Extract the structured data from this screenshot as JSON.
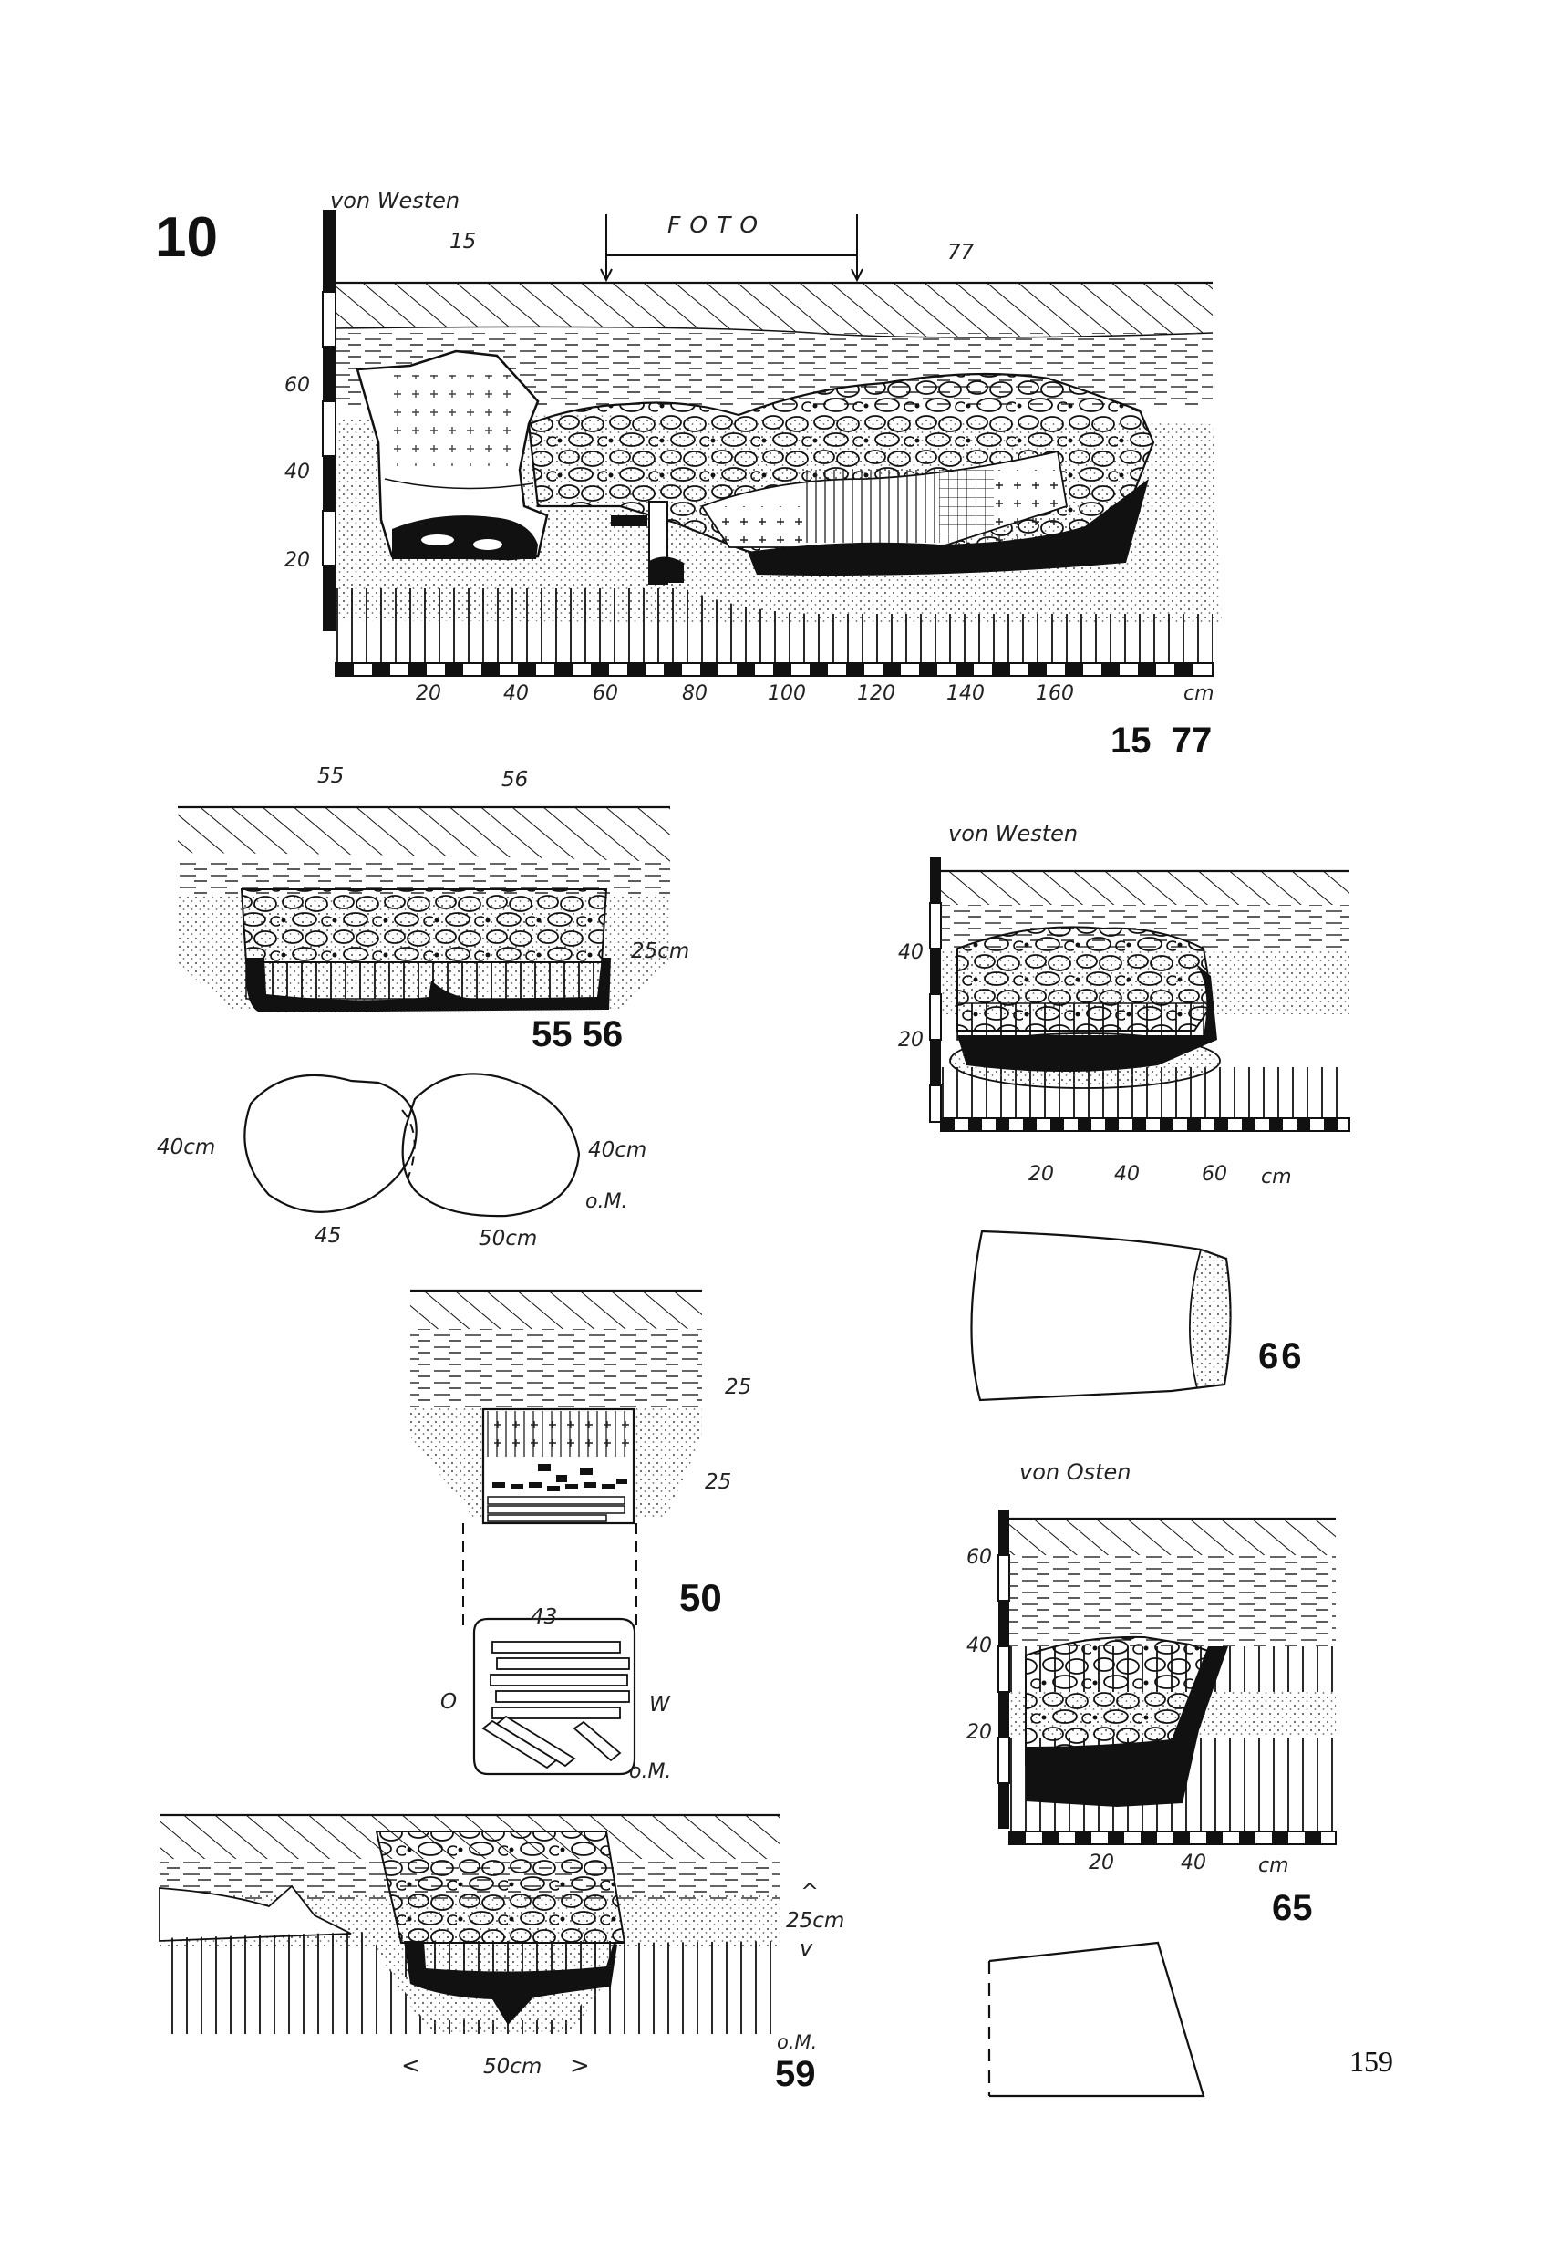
{
  "plate_number": "10",
  "page_number": "159",
  "fig_15_77": {
    "view": "von Westen",
    "foto": "FOTO",
    "top_label_left": "15",
    "top_label_right": "77",
    "v_scale": [
      "60",
      "40",
      "20"
    ],
    "h_scale": [
      "20",
      "40",
      "60",
      "80",
      "100",
      "120",
      "140",
      "160"
    ],
    "unit": "cm",
    "id": "15  77"
  },
  "fig_55_56": {
    "top_label_left": "55",
    "top_label_right": "56",
    "depth": "25cm",
    "id": "55 56",
    "plan_left": "40cm",
    "plan_right": "40cm",
    "plan_bottom_left": "45",
    "plan_bottom_right": "50cm",
    "om": "o.M."
  },
  "fig_66": {
    "view": "von Westen",
    "v_scale": [
      "40",
      "20"
    ],
    "h_scale": [
      "20",
      "40",
      "60"
    ],
    "unit": "cm",
    "id": "66"
  },
  "fig_50": {
    "depth1": "25",
    "depth2": "25",
    "id": "50",
    "plan_top": "43",
    "plan_left": "O",
    "plan_right": "W",
    "om": "o.M."
  },
  "fig_65": {
    "view": "von Osten",
    "v_scale": [
      "60",
      "40",
      "20"
    ],
    "h_scale": [
      "20",
      "40"
    ],
    "unit": "cm",
    "id": "65"
  },
  "fig_59": {
    "depth_up": "^",
    "depth": "25cm",
    "depth_down": "v",
    "width_left": "<",
    "width": "50cm",
    "width_right": ">",
    "om": "o.M.",
    "id": "59"
  }
}
